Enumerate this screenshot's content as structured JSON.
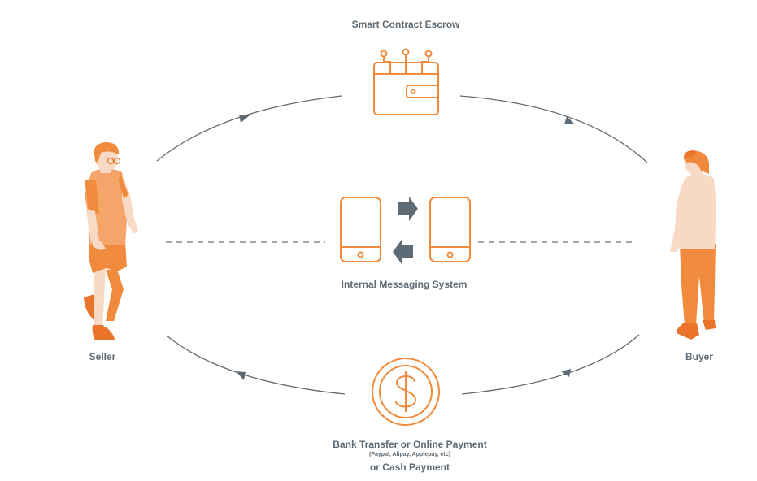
{
  "labels": {
    "escrow": "Smart Contract Escrow",
    "messaging": "Internal Messaging System",
    "seller": "Seller",
    "buyer": "Buyer",
    "payment_line1": "Bank Transfer or Online Payment",
    "payment_line2": "(Paypal, Alipay, Applepay, etc)",
    "payment_line3": "or Cash Payment"
  },
  "icons": {
    "escrow": "wallet-circuit-icon",
    "messaging": "two-phones-exchange-icon",
    "payment": "dollar-coin-icon"
  },
  "colors": {
    "accent": "#f08a3c",
    "line": "#5f6b74",
    "text": "#5f6b74",
    "skin": "#f7d9c4"
  }
}
